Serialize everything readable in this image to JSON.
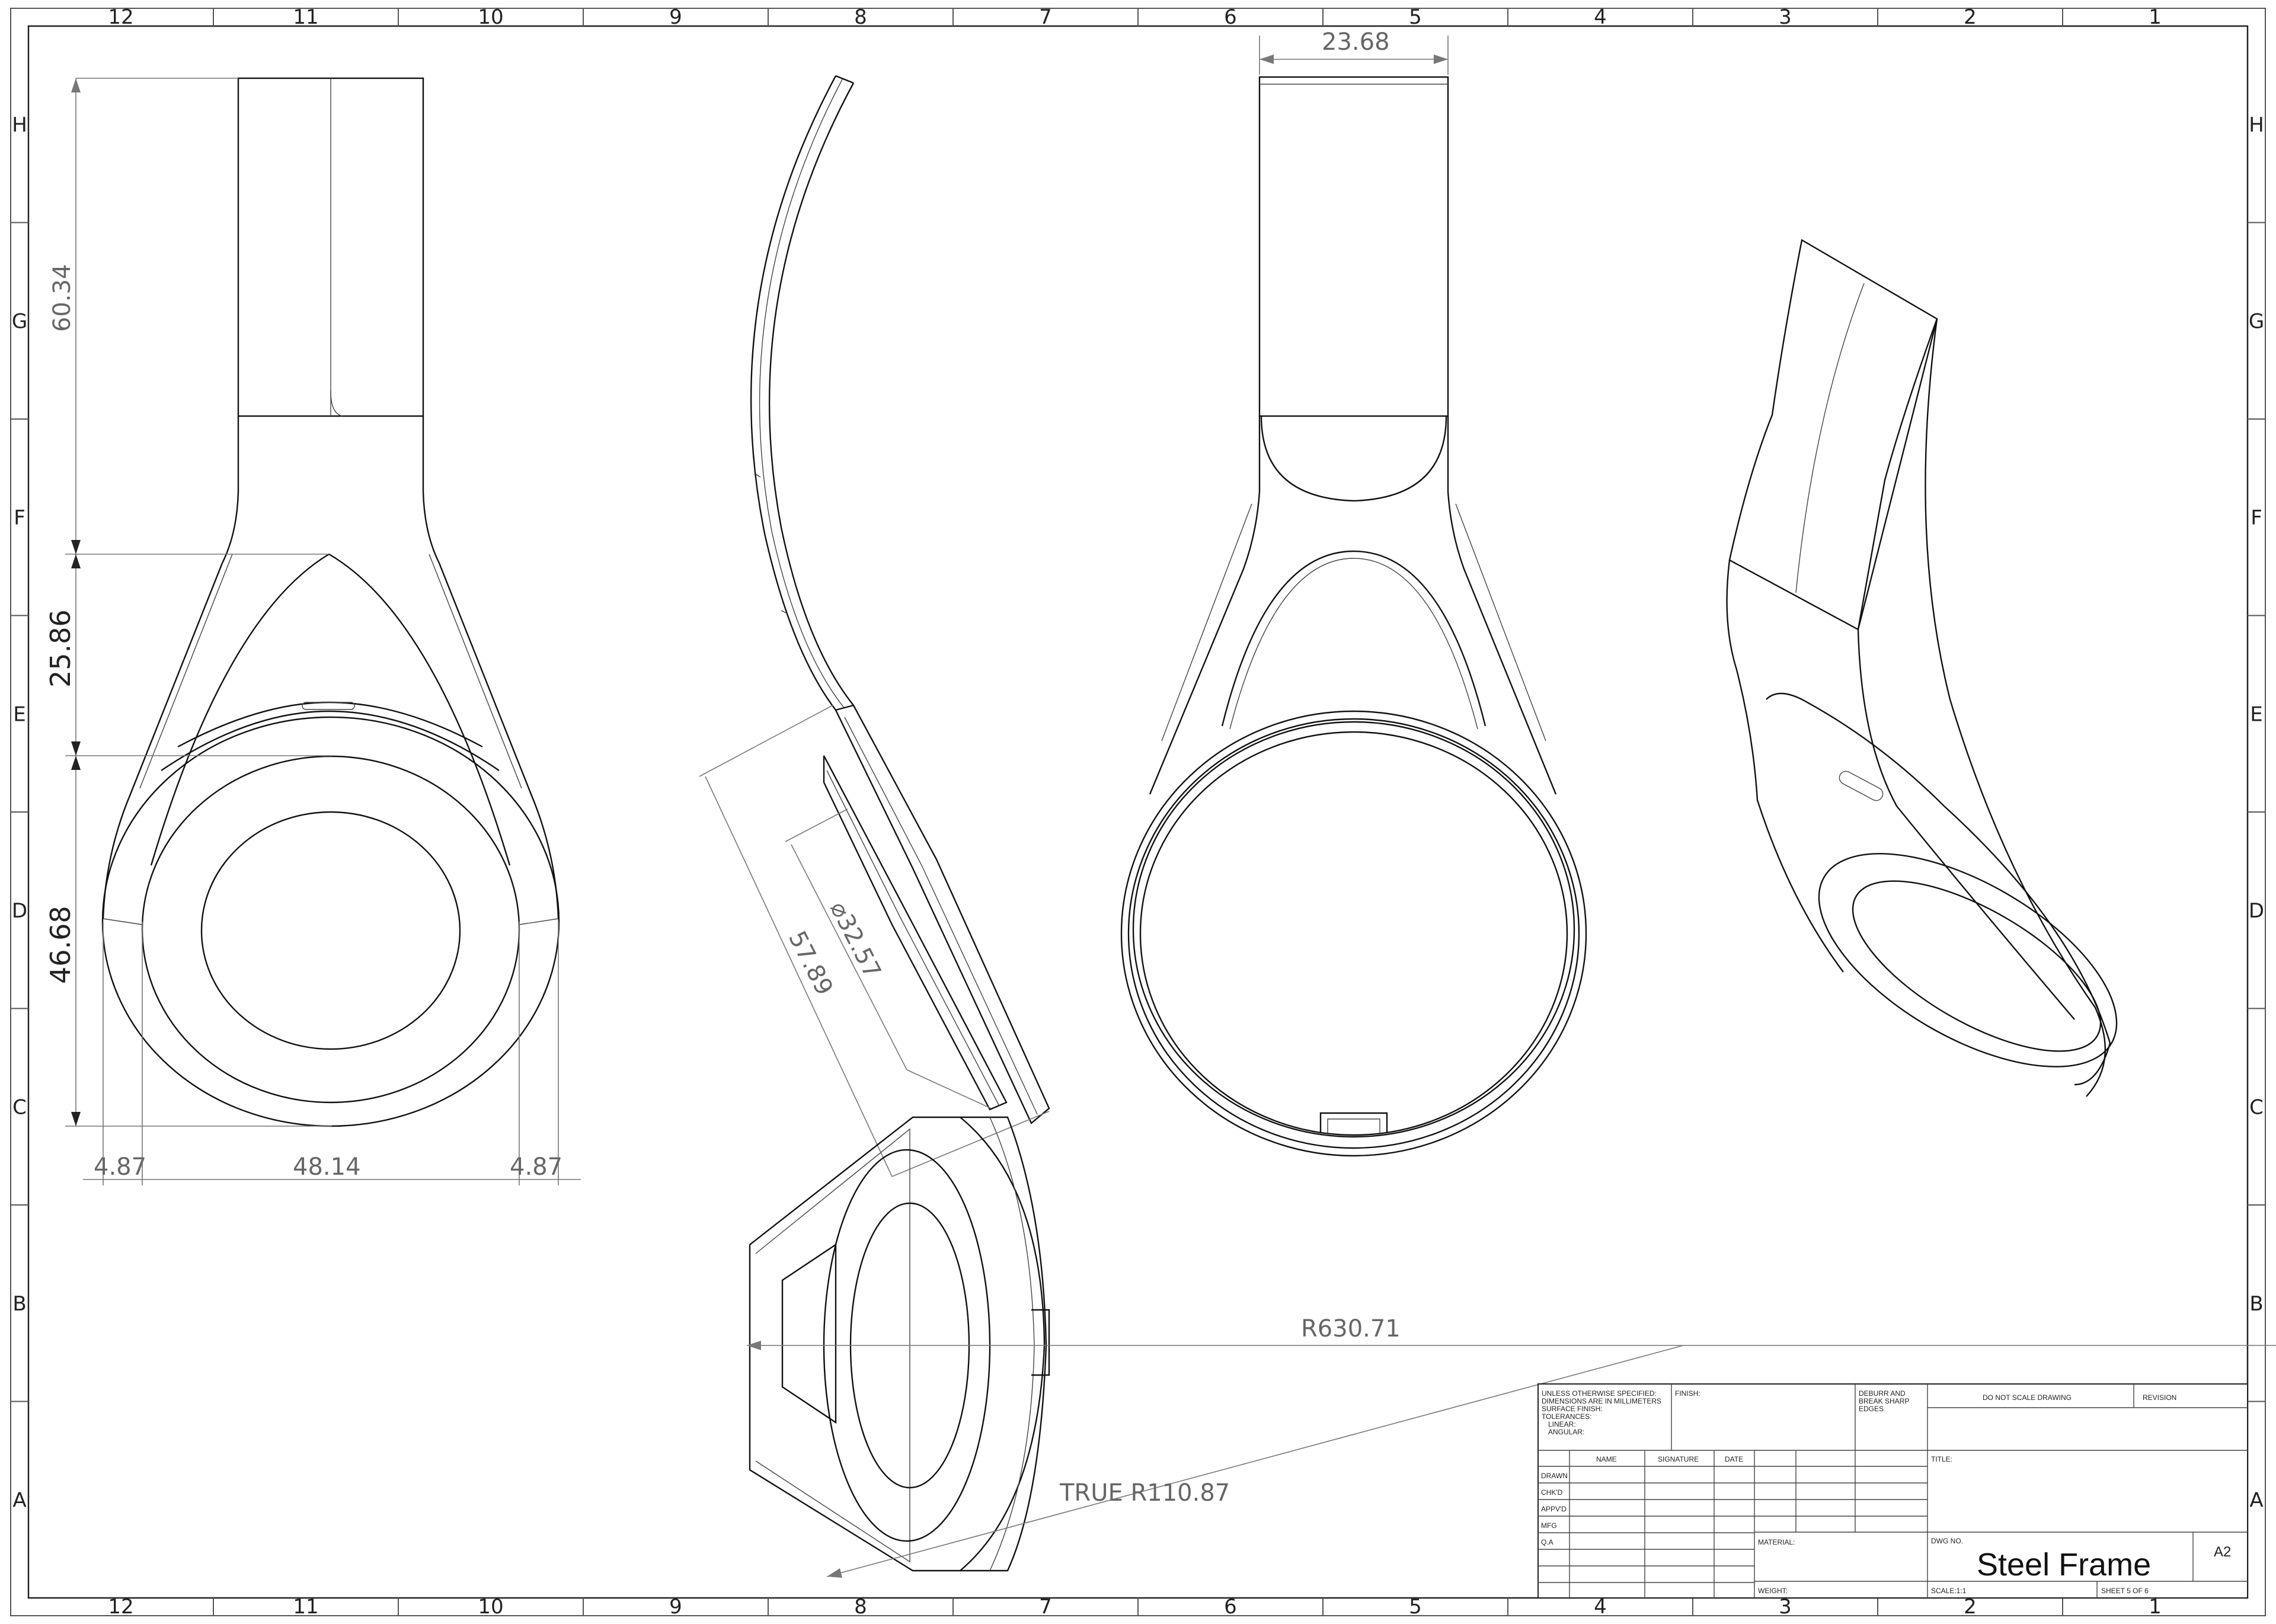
{
  "zones": {
    "columns": [
      "12",
      "11",
      "10",
      "9",
      "8",
      "7",
      "6",
      "5",
      "4",
      "3",
      "2",
      "1"
    ],
    "rows": [
      "H",
      "G",
      "F",
      "E",
      "D",
      "C",
      "B",
      "A"
    ]
  },
  "dimensions": {
    "front_top_height": "60.34",
    "front_mid_height": "25.86",
    "front_cup_height": "46.68",
    "front_left_offset": "4.87",
    "front_cup_width": "48.14",
    "front_right_offset": "4.87",
    "side_diameter": "⌀32.57",
    "side_length": "57.89",
    "back_top_width": "23.68",
    "bend_radius": "R630.71",
    "true_radius": "TRUE R110.87"
  },
  "title_block": {
    "tolerance_note": [
      "UNLESS OTHERWISE SPECIFIED:",
      "DIMENSIONS ARE IN MILLIMETERS",
      "SURFACE FINISH:",
      "TOLERANCES:",
      "LINEAR:",
      "ANGULAR:"
    ],
    "finish_label": "FINISH:",
    "deburr_note": [
      "DEBURR AND",
      "BREAK SHARP",
      "EDGES"
    ],
    "do_not_scale": "DO NOT SCALE DRAWING",
    "revision_label": "REVISION",
    "col_name": "NAME",
    "col_signature": "SIGNATURE",
    "col_date": "DATE",
    "rows": [
      "DRAWN",
      "CHK'D",
      "APPV'D",
      "MFG",
      "Q.A"
    ],
    "title_label": "TITLE:",
    "material_label": "MATERIAL:",
    "dwg_no_label": "DWG NO.",
    "drawing_title": "Steel Frame",
    "sheet_size": "A2",
    "weight_label": "WEIGHT:",
    "scale_label": "SCALE:1:1",
    "sheet_label": "SHEET 5 OF 6"
  }
}
